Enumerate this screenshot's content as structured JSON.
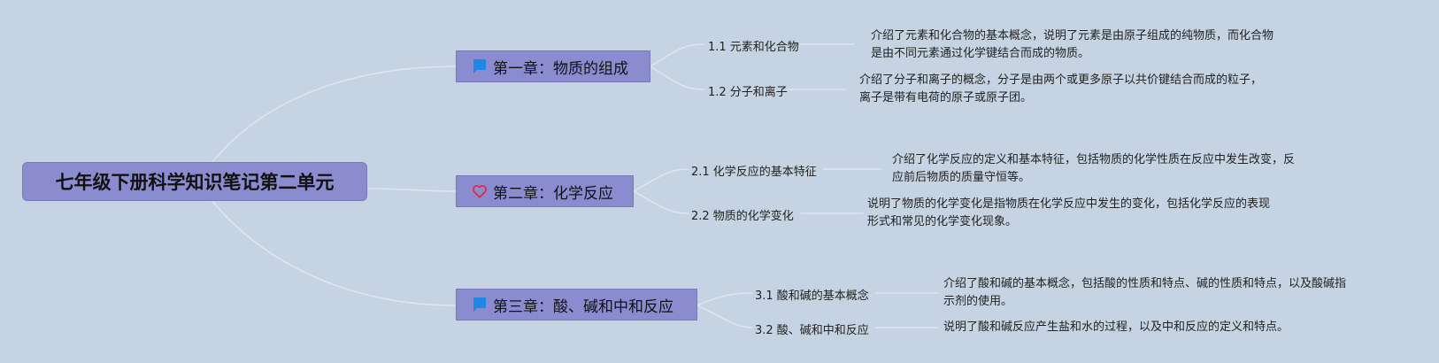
{
  "root": {
    "title": "七年级下册科学知识笔记第二单元"
  },
  "chapters": [
    {
      "title": "第一章：物质的组成",
      "icon": "blue-flag-icon",
      "sections": [
        {
          "label": "1.1 元素和化合物",
          "desc_lines": [
            "介绍了元素和化合物的基本概念，说明了元素是由原子组成的纯物质，而化合物",
            "是由不同元素通过化学键结合而成的物质。"
          ]
        },
        {
          "label": "1.2 分子和离子",
          "desc_lines": [
            "介绍了分子和离子的概念，分子是由两个或更多原子以共价键结合而成的粒子，",
            "离子是带有电荷的原子或原子团。"
          ]
        }
      ]
    },
    {
      "title": "第二章：化学反应",
      "icon": "red-heart-icon",
      "sections": [
        {
          "label": "2.1 化学反应的基本特征",
          "desc_lines": [
            "介绍了化学反应的定义和基本特征，包括物质的化学性质在反应中发生改变，反",
            "应前后物质的质量守恒等。"
          ]
        },
        {
          "label": "2.2 物质的化学变化",
          "desc_lines": [
            "说明了物质的化学变化是指物质在化学反应中发生的变化，包括化学反应的表现",
            "形式和常见的化学变化现象。"
          ]
        }
      ]
    },
    {
      "title": "第三章：酸、碱和中和反应",
      "icon": "blue-flag-icon",
      "sections": [
        {
          "label": "3.1 酸和碱的基本概念",
          "desc_lines": [
            "介绍了酸和碱的基本概念，包括酸的性质和特点、碱的性质和特点，以及酸碱指",
            "示剂的使用。"
          ]
        },
        {
          "label": "3.2 酸、碱和中和反应",
          "desc_lines": [
            "说明了酸和碱反应产生盐和水的过程，以及中和反应的定义和特点。"
          ]
        }
      ]
    }
  ],
  "colors": {
    "background": "#c5d3e2",
    "node_fill": "#8a8ccf",
    "connector": "#dde6ef",
    "flag": "#1e88e5",
    "heart": "#e0283a"
  }
}
